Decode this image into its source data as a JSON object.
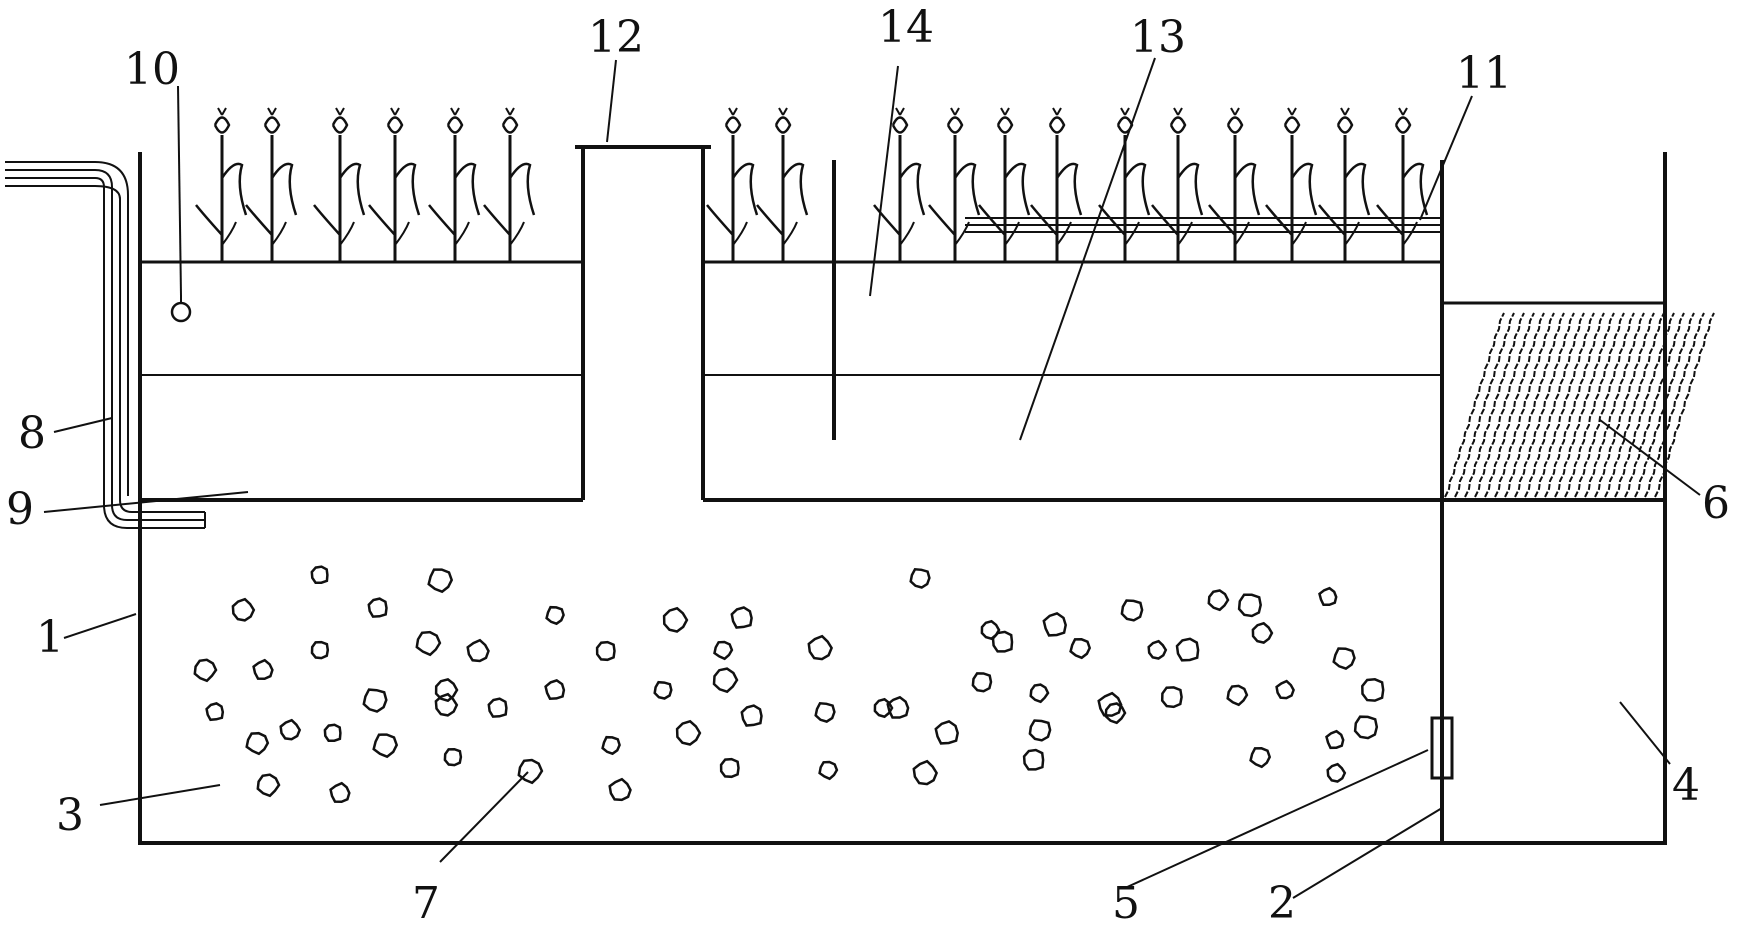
{
  "colors": {
    "stroke": "#111111",
    "background": "#ffffff"
  },
  "labels": {
    "l1": "1",
    "l2": "2",
    "l3": "3",
    "l4": "4",
    "l5": "5",
    "l6": "6",
    "l7": "7",
    "l8": "8",
    "l9": "9",
    "l10": "10",
    "l11": "11",
    "l12": "12",
    "l13": "13",
    "l14": "14"
  }
}
